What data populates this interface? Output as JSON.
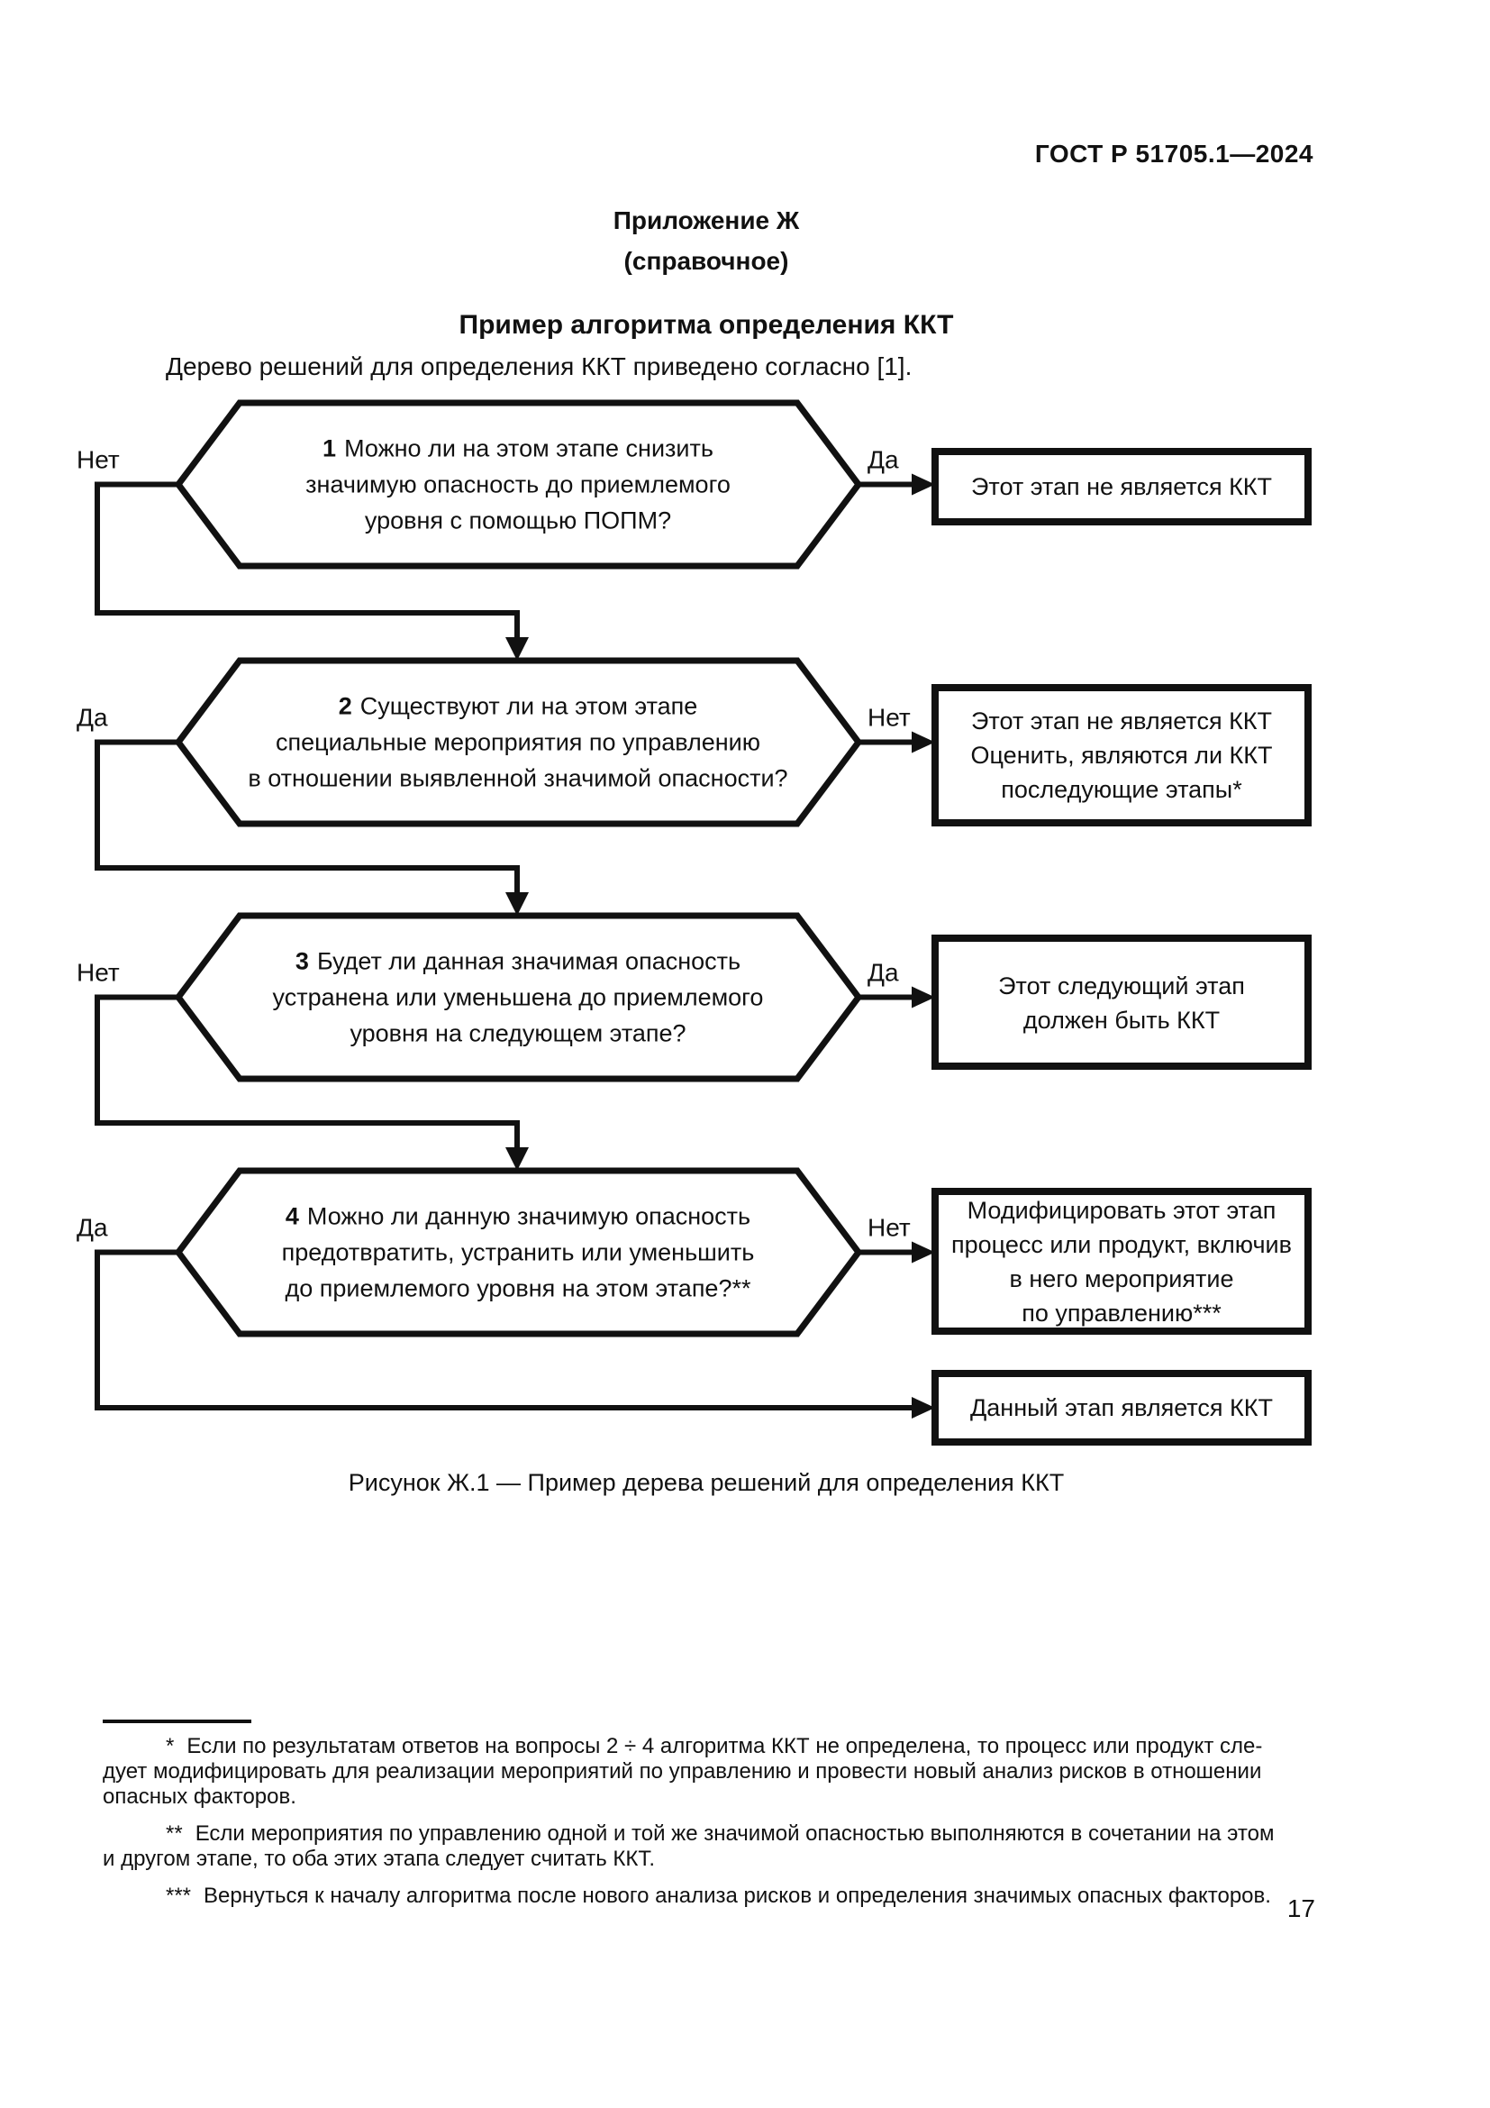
{
  "document": {
    "header": "ГОСТ Р 51705.1—2024",
    "appendix_title": "Приложение Ж",
    "appendix_subtitle": "(справочное)",
    "section_title": "Пример алгоритма определения ККТ",
    "intro": "Дерево решений для определения ККТ приведено согласно [1].",
    "figure_caption": "Рисунок Ж.1 — Пример дерева решений для определения ККТ",
    "page_number": "17"
  },
  "flowchart": {
    "questions": [
      {
        "num": "1",
        "line1": "Можно ли на этом этапе снизить",
        "line2": "значимую опасность до приемлемого",
        "line3": "уровня с помощью ПОПМ?",
        "left_label": "Нет",
        "right_label": "Да"
      },
      {
        "num": "2",
        "line1": "Существуют ли на этом этапе",
        "line2": "специальные мероприятия по управлению",
        "line3": "в отношении выявленной значимой опасности?",
        "left_label": "Да",
        "right_label": "Нет"
      },
      {
        "num": "3",
        "line1": "Будет ли данная значимая опасность",
        "line2": "устранена или уменьшена до приемлемого",
        "line3": "уровня на следующем этапе?",
        "left_label": "Нет",
        "right_label": "Да"
      },
      {
        "num": "4",
        "line1": "Можно ли данную значимую опасность",
        "line2": "предотвратить, устранить или уменьшить",
        "line3": "до приемлемого уровня на этом этапе?**",
        "left_label": "Да",
        "right_label": "Нет"
      }
    ],
    "results": {
      "r1": {
        "line1": "Этот этап не является ККТ"
      },
      "r2": {
        "line1": "Этот этап не является ККТ",
        "line2": "Оценить, являются ли ККТ",
        "line3": "последующие этапы*"
      },
      "r3": {
        "line1": "Этот следующий этап",
        "line2": "должен быть ККТ"
      },
      "r4": {
        "line1": "Модифицировать этот этап",
        "line2": "процесс или продукт, включив",
        "line3": "в него мероприятие",
        "line4": "по управлению***"
      },
      "r5": {
        "line1": "Данный этап является ККТ"
      }
    }
  },
  "footnotes": {
    "fn1": {
      "marker": "*",
      "lines": [
        "Если по результатам ответов на вопросы 2 ÷ 4 алгоритма ККТ не определена, то процесс или продукт сле-",
        "дует модифицировать для реализации мероприятий по управлению и провести новый анализ рисков в отношении",
        "опасных факторов."
      ]
    },
    "fn2": {
      "marker": "**",
      "lines": [
        "Если мероприятия по управлению одной и той же значимой опасностью выполняются в сочетании на этом",
        "и другом этапе, то оба этих этапа следует считать ККТ."
      ]
    },
    "fn3": {
      "marker": "***",
      "lines": [
        "Вернуться к началу алгоритма после нового анализа рисков и определения значимых опасных факторов."
      ]
    }
  }
}
